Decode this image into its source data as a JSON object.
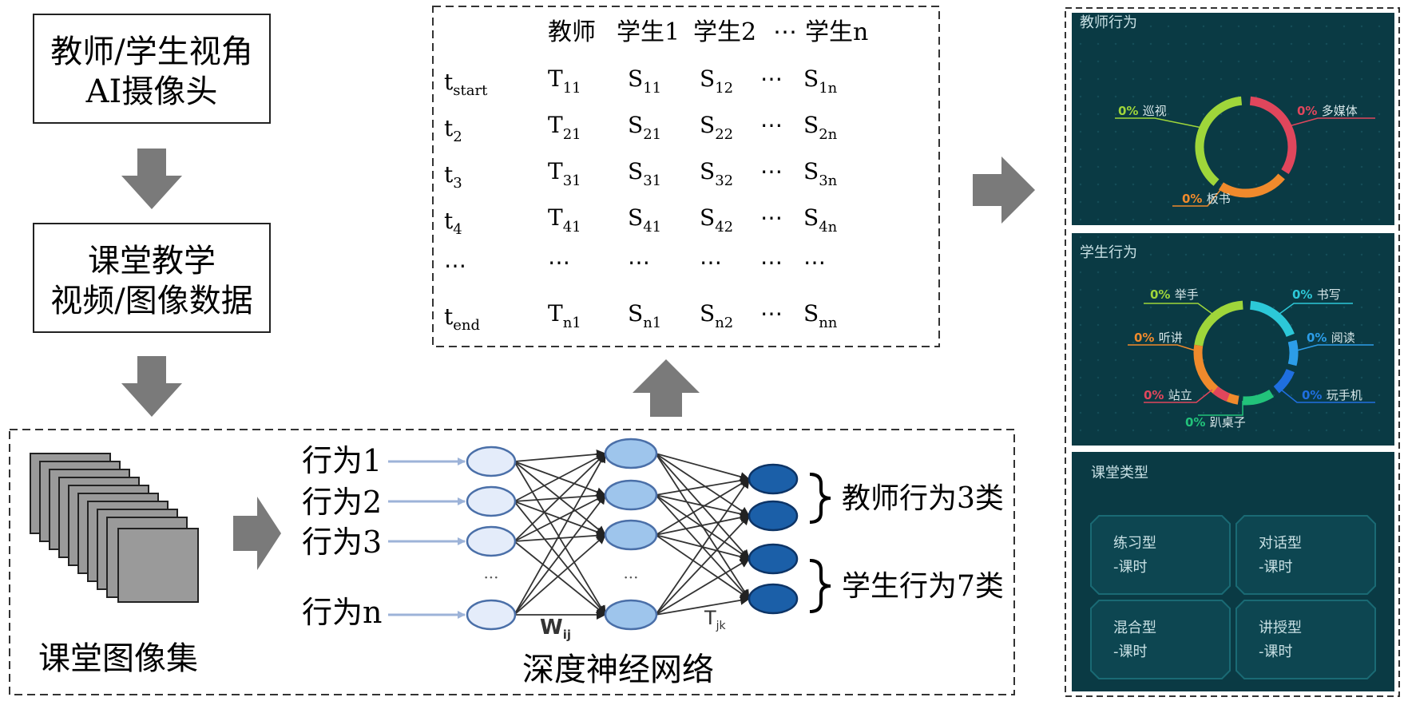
{
  "flow": {
    "box1_line1": "教师/学生视角",
    "box1_line2": "AI摄像头",
    "box2_line1": "课堂教学",
    "box2_line2": "视频/图像数据",
    "image_set_label": "课堂图像集",
    "network_label": "深度神经网络"
  },
  "network": {
    "inputs": [
      "行为1",
      "行为2",
      "行为3",
      "行为n"
    ],
    "weight_in": "W",
    "weight_in_sub": "ij",
    "weight_out": "T",
    "weight_out_sub": "jk",
    "group_teacher": "教师行为3类",
    "group_student": "学生行为7类"
  },
  "matrix": {
    "headers": [
      "教师",
      "学生1",
      "学生2",
      "⋯",
      "学生n"
    ],
    "rows": [
      {
        "t": "t",
        "ts": "start",
        "c": [
          [
            "T",
            "11"
          ],
          [
            "S",
            "11"
          ],
          [
            "S",
            "12"
          ],
          [
            "⋯",
            ""
          ],
          [
            "S",
            "1n"
          ]
        ]
      },
      {
        "t": "t",
        "ts": "2",
        "c": [
          [
            "T",
            "21"
          ],
          [
            "S",
            "21"
          ],
          [
            "S",
            "22"
          ],
          [
            "⋯",
            ""
          ],
          [
            "S",
            "2n"
          ]
        ]
      },
      {
        "t": "t",
        "ts": "3",
        "c": [
          [
            "T",
            "31"
          ],
          [
            "S",
            "31"
          ],
          [
            "S",
            "32"
          ],
          [
            "⋯",
            ""
          ],
          [
            "S",
            "3n"
          ]
        ]
      },
      {
        "t": "t",
        "ts": "4",
        "c": [
          [
            "T",
            "41"
          ],
          [
            "S",
            "41"
          ],
          [
            "S",
            "42"
          ],
          [
            "⋯",
            ""
          ],
          [
            "S",
            "4n"
          ]
        ]
      },
      {
        "t": "⋯",
        "ts": "",
        "c": [
          [
            "⋯",
            ""
          ],
          [
            "⋯",
            ""
          ],
          [
            "⋯",
            ""
          ],
          [
            "⋯",
            ""
          ],
          [
            "⋯",
            ""
          ]
        ]
      },
      {
        "t": "t",
        "ts": "end",
        "c": [
          [
            "T",
            "n1"
          ],
          [
            "S",
            "n1"
          ],
          [
            "S",
            "n2"
          ],
          [
            "⋯",
            ""
          ],
          [
            "S",
            "nn"
          ]
        ]
      }
    ]
  },
  "dashboard": {
    "teacher": {
      "title": "教师行为",
      "items": [
        {
          "pct": "0%",
          "label": "巡视",
          "color": "#9fd63a"
        },
        {
          "pct": "0%",
          "label": "多媒体",
          "color": "#e0465c"
        },
        {
          "pct": "0%",
          "label": "板书",
          "color": "#f08a2c"
        }
      ]
    },
    "student": {
      "title": "学生行为",
      "items": [
        {
          "pct": "0%",
          "label": "举手",
          "color": "#9fd63a"
        },
        {
          "pct": "0%",
          "label": "书写",
          "color": "#2cc8d8"
        },
        {
          "pct": "0%",
          "label": "听讲",
          "color": "#f08a2c"
        },
        {
          "pct": "0%",
          "label": "阅读",
          "color": "#2c9de8"
        },
        {
          "pct": "0%",
          "label": "站立",
          "color": "#e0465c"
        },
        {
          "pct": "0%",
          "label": "玩手机",
          "color": "#1f6fe0"
        },
        {
          "pct": "0%",
          "label": "趴桌子",
          "color": "#22c27a"
        }
      ]
    },
    "classroom": {
      "title": "课堂类型",
      "cards": [
        {
          "name": "练习型",
          "value": "-课时"
        },
        {
          "name": "对话型",
          "value": "-课时"
        },
        {
          "name": "混合型",
          "value": "-课时"
        },
        {
          "name": "讲授型",
          "value": "-课时"
        }
      ]
    },
    "colors": {
      "panel": "#0a3a44",
      "border": "#0f5560",
      "text": "#c8e0e4"
    }
  }
}
